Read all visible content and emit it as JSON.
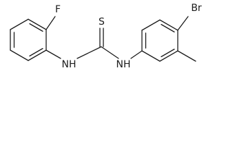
{
  "molecule": {
    "atoms": {
      "fluorine": "F",
      "sulfur": "S",
      "nh_left": "NH",
      "nh_right": "NH",
      "bromine": "Br"
    }
  }
}
